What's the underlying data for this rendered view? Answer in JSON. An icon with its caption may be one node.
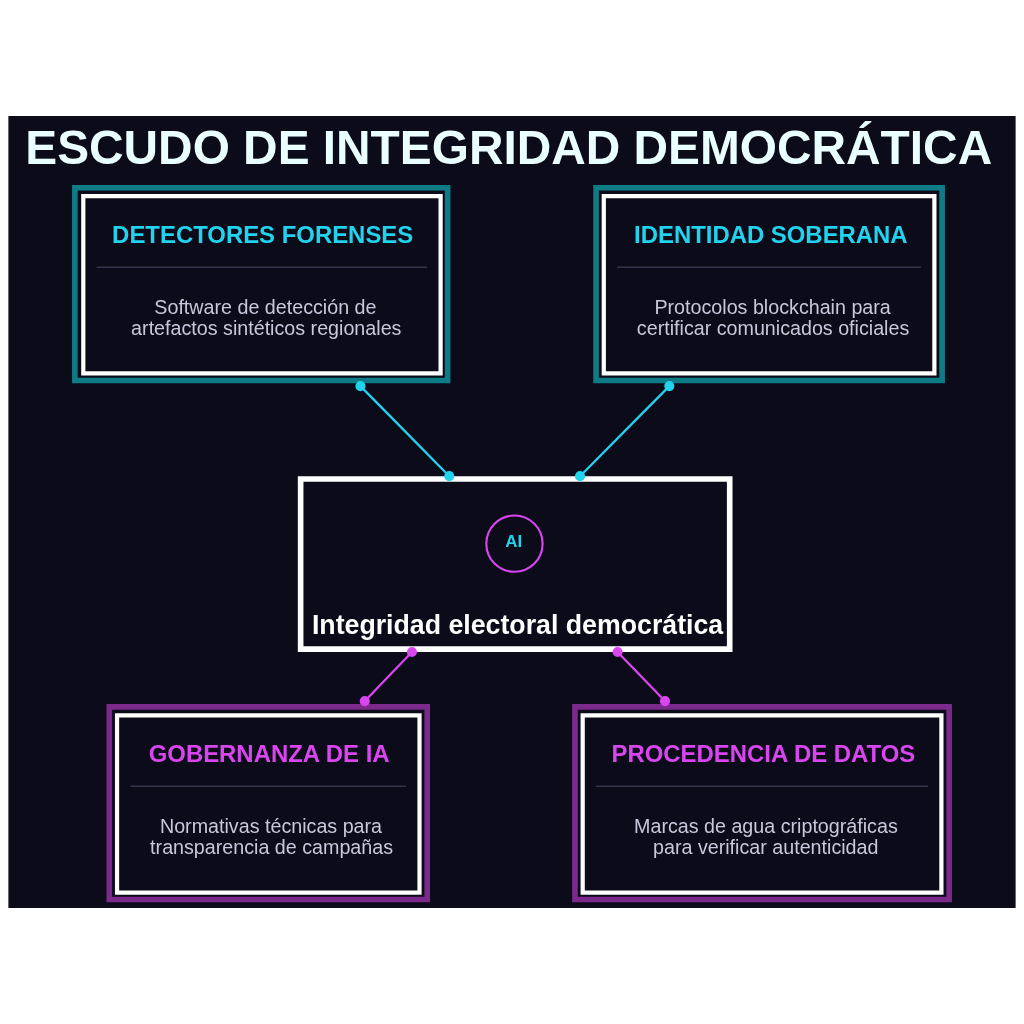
{
  "diagram": {
    "title": "ESCUDO DE INTEGRIDAD DEMOCRÁTICA",
    "nodes": [
      {
        "text": [
          "DETECTORES FORENSES",
          "Software de detección de artefactos sintéticos regionales"
        ]
      },
      {
        "text": [
          "IDENTIDAD SOBERANA",
          "Protocolos blockchain para certificar comunicados oficiales"
        ]
      },
      {
        "text": [
          "Integridad electoral democrática"
        ]
      },
      {
        "text": [
          "AI"
        ],
        "in": 2
      },
      {
        "text": [
          "GOBERNANZA DE IA",
          "Normativas técnicas para transparencia de campañas"
        ]
      },
      {
        "text": [
          "PROCEDENCIA DE DATOS",
          "Marcas de agua criptográficas para verificar autenticidad"
        ]
      }
    ],
    "edges": [
      {
        "from": 0,
        "to": 2,
        "arrow": "other",
        "color": "#22d3ee"
      },
      {
        "from": 1,
        "to": 2,
        "arrow": "other",
        "color": "#22d3ee"
      },
      {
        "from": 2,
        "to": 4,
        "arrow": "other",
        "color": "#d946ef"
      },
      {
        "from": 2,
        "to": 5,
        "arrow": "other",
        "color": "#d946ef"
      }
    ]
  }
}
